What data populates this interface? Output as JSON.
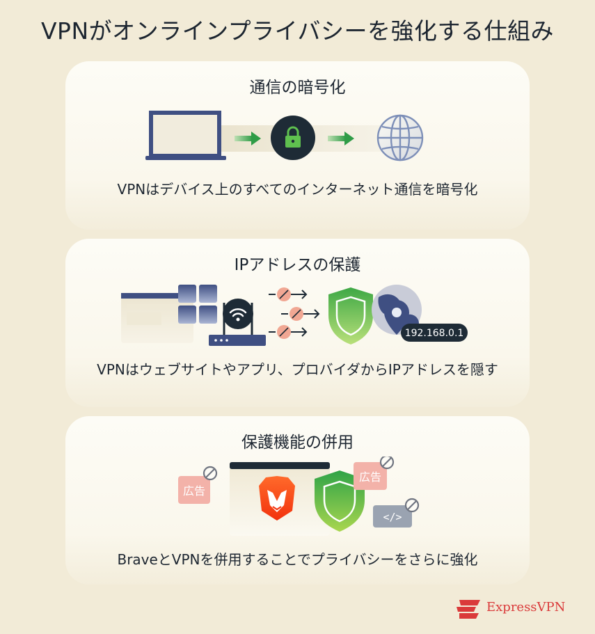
{
  "page": {
    "title": "VPNがオンラインプライバシーを強化する仕組み"
  },
  "cards": [
    {
      "title": "通信の暗号化",
      "description": "VPNはデバイス上のすべてのインターネット通信を暗号化",
      "icons": [
        "laptop-icon",
        "arrow-right-icon",
        "lock-icon",
        "globe-icon"
      ]
    },
    {
      "title": "IPアドレスの保護",
      "description": "VPNはウェブサイトやアプリ、プロバイダからIPアドレスを隠す",
      "ip_label": "192.168.0.1",
      "icons": [
        "browser-window-icon",
        "router-icon",
        "wifi-icon",
        "eye-off-icon",
        "shield-icon",
        "globe-icon",
        "location-pin-icon"
      ]
    },
    {
      "title": "保護機能の併用",
      "description": "BraveとVPNを併用することでプライバシーをさらに強化",
      "ad_label": "広告",
      "code_label": "</>",
      "icons": [
        "ad-blocked-icon",
        "brave-lion-icon",
        "shield-icon",
        "code-blocked-icon",
        "blocked-icon"
      ]
    }
  ],
  "brand": {
    "name": "ExpressVPN",
    "color": "#da3a3a"
  },
  "colors": {
    "background": "#f2ebd7",
    "accent_green": "#3da84a",
    "navy": "#3f4f82"
  }
}
